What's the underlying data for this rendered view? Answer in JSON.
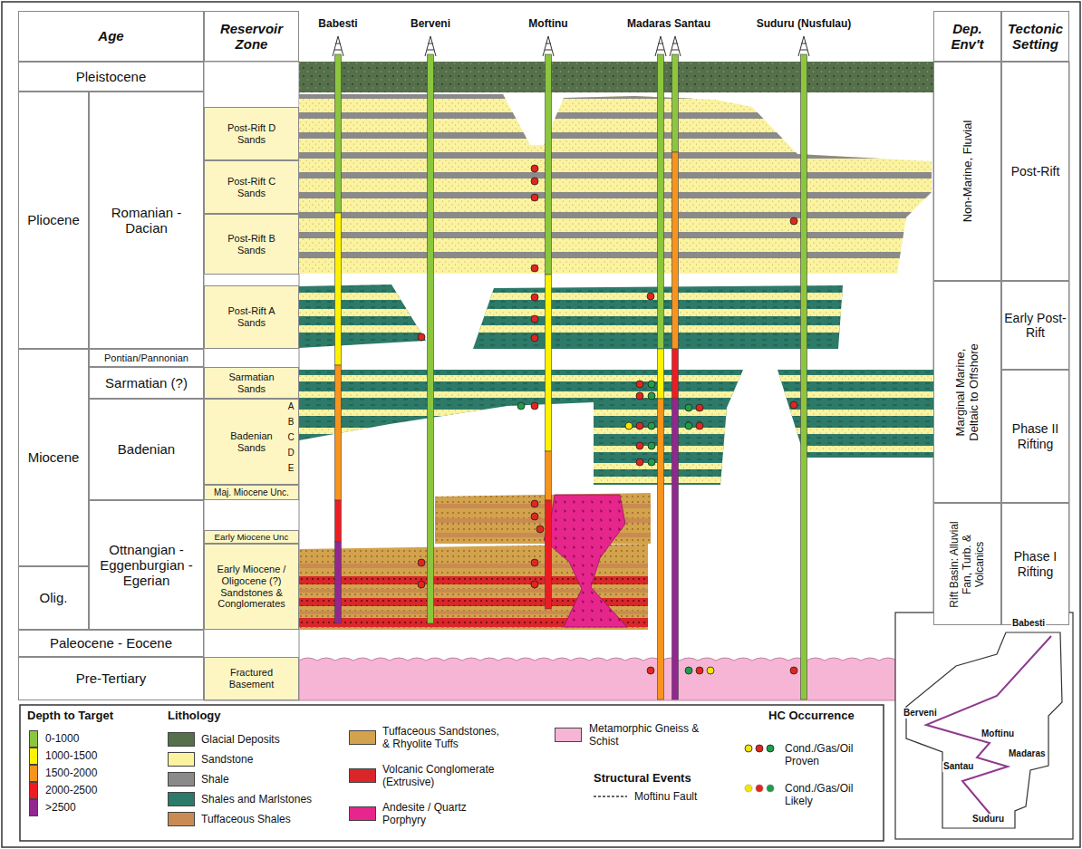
{
  "diagram": {
    "nodes": [
      {
        "text": [
          "Age"
        ]
      },
      {
        "text": [
          "Reservoir Zone"
        ]
      },
      {
        "text": [
          "Dep. Env't"
        ]
      },
      {
        "text": [
          "Tectonic Setting"
        ]
      },
      {
        "text": [
          "Pleistocene"
        ]
      },
      {
        "text": [
          "Pliocene"
        ]
      },
      {
        "text": [
          "Romanian - Dacian"
        ]
      },
      {
        "text": [
          "Pontian/Pannonian"
        ]
      },
      {
        "text": [
          "Miocene"
        ]
      },
      {
        "text": [
          "Sarmatian (?)"
        ]
      },
      {
        "text": [
          "Badenian"
        ]
      },
      {
        "text": [
          "Ottnangian - Eggenburgian - Egerian"
        ]
      },
      {
        "text": [
          "Olig."
        ]
      },
      {
        "text": [
          "Paleocene - Eocene"
        ]
      },
      {
        "text": [
          "Pre-Tertiary"
        ]
      },
      {
        "text": [
          "Post-Rift D Sands"
        ]
      },
      {
        "text": [
          "Post-Rift C Sands"
        ]
      },
      {
        "text": [
          "Post-Rift B Sands"
        ]
      },
      {
        "text": [
          "Post-Rift A Sands"
        ]
      },
      {
        "text": [
          "Sarmatian Sands"
        ]
      },
      {
        "text": [
          "Badenian Sands"
        ]
      },
      {
        "text": [
          "Maj. Miocene Unc."
        ]
      },
      {
        "text": [
          "Early Miocene Unc"
        ]
      },
      {
        "text": [
          "Early Miocene / Oligocene (?) Sandstones & Conglomerates"
        ]
      },
      {
        "text": [
          "Fractured Basement"
        ]
      },
      {
        "text": [
          "Non-Marine, Fluvial"
        ]
      },
      {
        "text": [
          "Marginal Marine, Deltaic to Offshore"
        ]
      },
      {
        "text": [
          "Rift Basin: Alluvial Fan, Turb. & Volcanics"
        ]
      },
      {
        "text": [
          "Post-Rift"
        ]
      },
      {
        "text": [
          "Early Post-Rift"
        ]
      },
      {
        "text": [
          "Phase II Rifting"
        ]
      },
      {
        "text": [
          "Phase I Rifting"
        ]
      }
    ],
    "labels": [
      "Babesti",
      "Berveni",
      "Moftinu",
      "Madaras Santau",
      "Suduru (Nusfulau)",
      "A",
      "B",
      "C",
      "D",
      "E",
      "Depth to Target",
      "Lithology",
      "Structural Events",
      "HC Occurrence",
      "Babesti",
      "Berveni",
      "Moftinu",
      "Madaras",
      "Santau",
      "Suduru"
    ],
    "legend": [
      {
        "text": "0-1000",
        "color": "#8cc63e"
      },
      {
        "text": "1000-1500",
        "color": "#fff200"
      },
      {
        "text": "1500-2000",
        "color": "#f7941d"
      },
      {
        "text": "2000-2500",
        "color": "#ed1c24"
      },
      {
        "text": ">2500",
        "color": "#92278f"
      },
      {
        "text": "Glacial Deposits",
        "color": "#55704a"
      },
      {
        "text": "Sandstone",
        "color": "#fbf3a0"
      },
      {
        "text": "Shale",
        "color": "#8a8a8a"
      },
      {
        "text": "Shales and Marlstones",
        "color": "#2d7a68"
      },
      {
        "text": "Tuffaceous Shales",
        "color": "#c98b52"
      },
      {
        "text": "Tuffaceous Sandstones, & Rhyolite Tuffs",
        "color": "#d3a24c"
      },
      {
        "text": "Volcanic Conglomerate (Extrusive)",
        "color": "#d8262a"
      },
      {
        "text": "Andesite / Quartz Porphyry",
        "color": "#e6268c"
      },
      {
        "text": "Metamorphic Gneiss & Schist",
        "color": "#f6b5d5"
      },
      {
        "text": "Moftinu Fault"
      },
      {
        "text": "Cond./Gas/Oil Proven"
      },
      {
        "text": "Cond./Gas/Oil Likely"
      }
    ]
  }
}
